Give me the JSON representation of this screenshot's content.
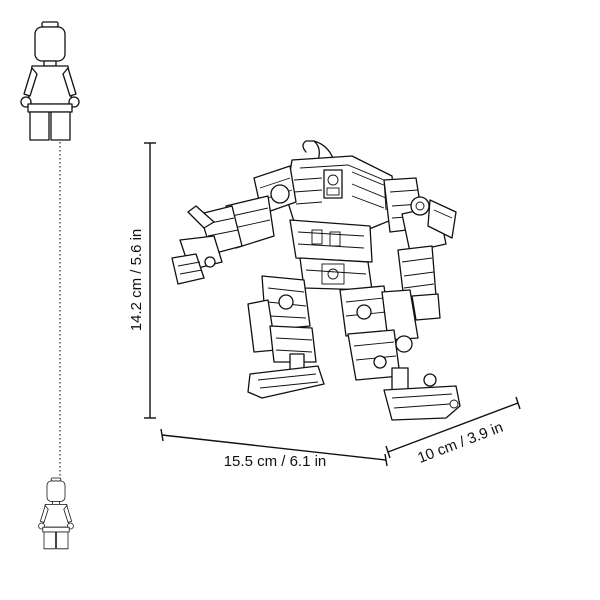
{
  "dimensions": {
    "height": "14.2 cm / 5.6 in",
    "width": "15.5 cm / 6.1 in",
    "depth": "10 cm / 3.9 in"
  },
  "icons": {
    "minifigure": "minifigure-scale-icon",
    "model": "mech-robot-line-drawing"
  }
}
